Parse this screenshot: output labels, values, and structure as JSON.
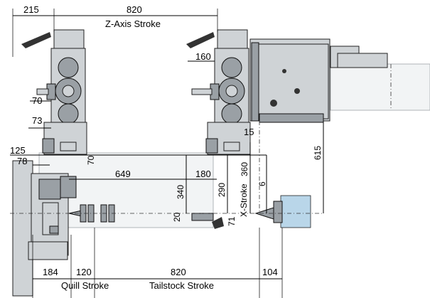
{
  "labels": {
    "z_axis_stroke": "Z-Axis Stroke",
    "x_stroke": "X-Stroke",
    "quill_stroke": "Quill Stroke",
    "tailstock_stroke": "Tailstock Stroke"
  },
  "dimensions": {
    "top_215": "215",
    "top_820": "820",
    "d160": "160",
    "d70_left": "70",
    "d73": "73",
    "d15": "15",
    "d125": "125",
    "d78": "78",
    "d70_vert": "70",
    "d649": "649",
    "d180": "180",
    "d360": "360",
    "d615": "615",
    "d340": "340",
    "d290": "290",
    "d6": "6",
    "d20": "20",
    "d71": "71",
    "bottom_184": "184",
    "bottom_120": "120",
    "bottom_820": "820",
    "bottom_104": "104"
  }
}
